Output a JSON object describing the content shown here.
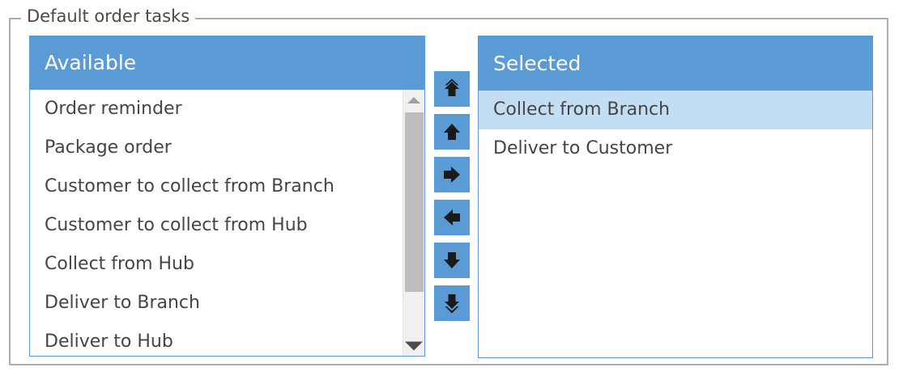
{
  "fieldset": {
    "legend": "Default order tasks",
    "border_color": "#adadad"
  },
  "theme": {
    "accent": "#5b9bd5",
    "highlight": "#c3ddf2",
    "text": "#454545",
    "header_text": "#ffffff",
    "scrollbar_track": "#f0f0f0",
    "scrollbar_thumb": "#bdbdbd"
  },
  "available_panel": {
    "title": "Available",
    "items": [
      {
        "label": "Order reminder",
        "selected": false
      },
      {
        "label": "Package order",
        "selected": false
      },
      {
        "label": "Customer to collect from Branch",
        "selected": false
      },
      {
        "label": "Customer to collect from Hub",
        "selected": false
      },
      {
        "label": "Collect from Hub",
        "selected": false
      },
      {
        "label": "Deliver to Branch",
        "selected": false
      },
      {
        "label": "Deliver to Hub",
        "selected": false
      }
    ],
    "scrollbar": {
      "up_arrow": "scroll-up-icon",
      "down_arrow": "scroll-down-icon"
    }
  },
  "selected_panel": {
    "title": "Selected",
    "items": [
      {
        "label": "Collect from Branch",
        "selected": true
      },
      {
        "label": "Deliver to Customer",
        "selected": false
      }
    ]
  },
  "buttons": [
    {
      "name": "move-all-up-button",
      "icon": "double-up-arrow-icon",
      "title": "Move to top"
    },
    {
      "name": "move-up-button",
      "icon": "up-arrow-icon",
      "title": "Move up"
    },
    {
      "name": "move-right-button",
      "icon": "right-arrow-icon",
      "title": "Add to selected"
    },
    {
      "name": "move-left-button",
      "icon": "left-arrow-icon",
      "title": "Remove from selected"
    },
    {
      "name": "move-down-button",
      "icon": "down-arrow-icon",
      "title": "Move down"
    },
    {
      "name": "move-all-down-button",
      "icon": "double-down-arrow-icon",
      "title": "Move to bottom"
    }
  ]
}
